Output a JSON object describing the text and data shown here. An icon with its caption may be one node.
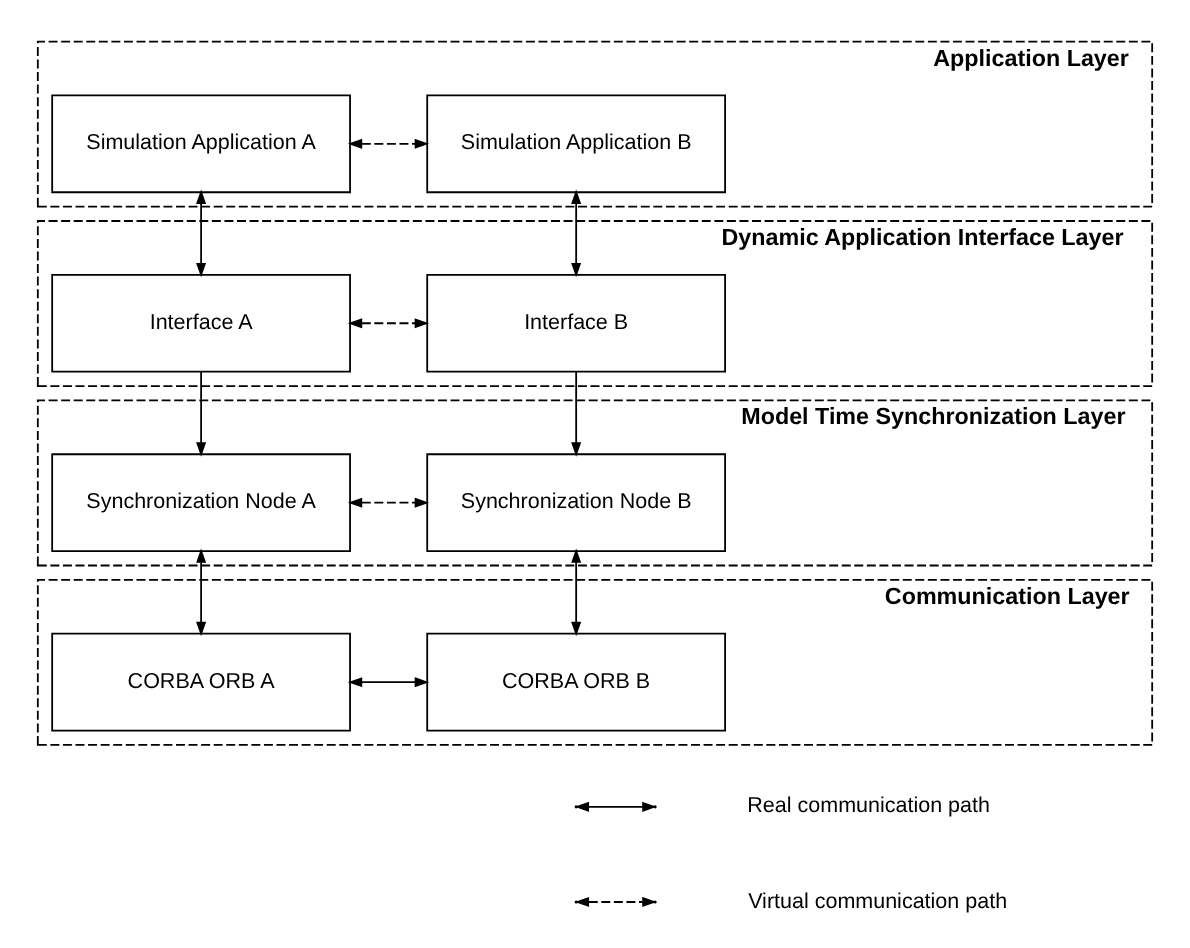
{
  "diagram": {
    "nodes": [
      {
        "text": [
          "Application Layer"
        ]
      },
      {
        "text": [
          "Simulation Application A"
        ],
        "in": 0
      },
      {
        "text": [
          "Simulation Application B"
        ],
        "in": 0
      },
      {
        "text": [
          "Dynamic Application Interface Layer"
        ]
      },
      {
        "text": [
          "Interface A"
        ],
        "in": 3
      },
      {
        "text": [
          "Interface B"
        ],
        "in": 3
      },
      {
        "text": [
          "Model Time Synchronization Layer"
        ]
      },
      {
        "text": [
          "Synchronization Node A"
        ],
        "in": 6
      },
      {
        "text": [
          "Synchronization Node B"
        ],
        "in": 6
      },
      {
        "text": [
          "Communication Layer"
        ]
      },
      {
        "text": [
          "CORBA ORB A"
        ],
        "in": 9
      },
      {
        "text": [
          "CORBA ORB B"
        ],
        "in": 9
      }
    ],
    "edges": [
      {
        "from": 1,
        "to": 2,
        "arrow": "both",
        "style": "dashed"
      },
      {
        "from": 1,
        "to": 4,
        "arrow": "both"
      },
      {
        "from": 2,
        "to": 5,
        "arrow": "both"
      },
      {
        "from": 4,
        "to": 5,
        "arrow": "both",
        "style": "dashed"
      },
      {
        "from": 4,
        "to": 7,
        "arrow": "to"
      },
      {
        "from": 5,
        "to": 8,
        "arrow": "to"
      },
      {
        "from": 7,
        "to": 8,
        "arrow": "both",
        "style": "dashed"
      },
      {
        "from": 7,
        "to": 10,
        "arrow": "both"
      },
      {
        "from": 8,
        "to": 11,
        "arrow": "both"
      },
      {
        "from": 10,
        "to": 11,
        "arrow": "both"
      }
    ],
    "legend": [
      {
        "text": "Real communication path"
      },
      {
        "text": "Virtual communication path"
      }
    ]
  }
}
